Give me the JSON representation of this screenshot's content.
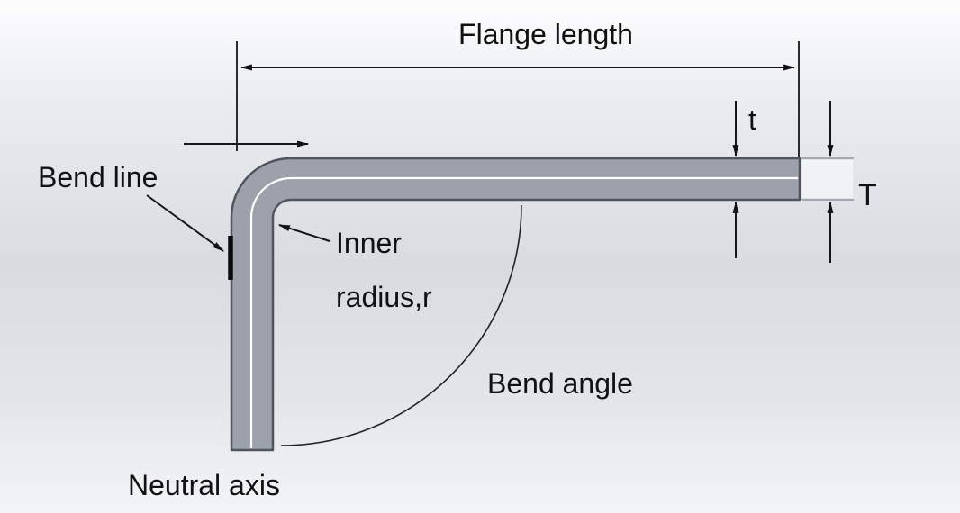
{
  "diagram": {
    "labels": {
      "flange_length": "Flange length",
      "bend_line": "Bend line",
      "inner_radius_line1": "Inner",
      "inner_radius_line2": "radius,r",
      "thickness_t": "t",
      "thickness_T": "T",
      "bend_angle": "Bend angle",
      "neutral_axis": "Neutral axis"
    },
    "colors": {
      "part_fill": "#9ca1ac",
      "part_outline": "#50555d",
      "neutral_axis_line": "#ffffff",
      "dimension_line": "#161616",
      "label_text": "#111111",
      "background_mid": "#d8dce1"
    }
  }
}
